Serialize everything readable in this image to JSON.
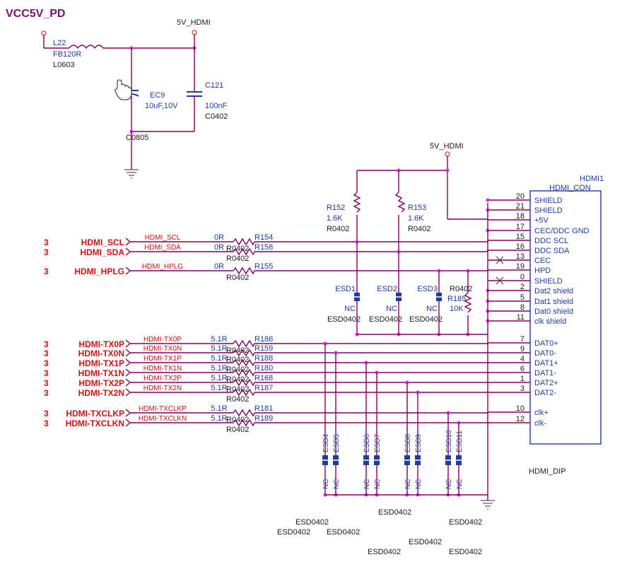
{
  "title": "VCC5V_PD",
  "power": {
    "top": "5V_HDMI",
    "mid": "5V_HDMI"
  },
  "supply": {
    "l22": {
      "ref": "L22",
      "value": "FB120R",
      "pkg": "L0603"
    },
    "ec9": {
      "ref": "EC9",
      "value": "10uF,10V",
      "pkg": "C0805"
    },
    "c121": {
      "ref": "C121",
      "value": "100nF",
      "pkg": "C0402"
    }
  },
  "pullups": [
    {
      "ref": "R152",
      "value": "1.6K",
      "pkg": "R0402"
    },
    {
      "ref": "R153",
      "value": "1.6K",
      "pkg": "R0402"
    }
  ],
  "connector": {
    "ref": "HDMI1",
    "name": "HDMI_CON",
    "footprint": "HDMI_DIP",
    "pins": [
      {
        "num": "20",
        "label": "SHIELD"
      },
      {
        "num": "21",
        "label": "SHIELD"
      },
      {
        "num": "18",
        "label": "+5V"
      },
      {
        "num": "17",
        "label": "CEC/DDC GND"
      },
      {
        "num": "15",
        "label": "DDC SCL"
      },
      {
        "num": "16",
        "label": "DDC SDA"
      },
      {
        "num": "13",
        "label": "CEC"
      },
      {
        "num": "19",
        "label": "HPD"
      },
      {
        "num": "0",
        "label": "SHIELD"
      },
      {
        "num": "2",
        "label": "Dat2 shield"
      },
      {
        "num": "5",
        "label": "Dat1 shield"
      },
      {
        "num": "8",
        "label": "Dat0 shield"
      },
      {
        "num": "11",
        "label": "clk shield"
      },
      {
        "num": "7",
        "label": "DAT0+"
      },
      {
        "num": "9",
        "label": "DAT0-"
      },
      {
        "num": "4",
        "label": "DAT1+"
      },
      {
        "num": "6",
        "label": "DAT1-"
      },
      {
        "num": "1",
        "label": "DAT2+"
      },
      {
        "num": "3",
        "label": "DAT2-"
      },
      {
        "num": "10",
        "label": "clk+"
      },
      {
        "num": "12",
        "label": "clk-"
      }
    ]
  },
  "signals": [
    {
      "sheet": "3",
      "port": "HDMI_SCL",
      "net": "HDMI_SCL",
      "rval": "0R",
      "rref": "R154",
      "rpkg": "R0402"
    },
    {
      "sheet": "3",
      "port": "HDMI_SDA",
      "net": "HDMI_SDA",
      "rval": "0R",
      "rref": "R158",
      "rpkg": "R0402"
    },
    {
      "sheet": "3",
      "port": "HDMI_HPLG",
      "net": "HDMI_HPLG",
      "rval": "0R",
      "rref": "R155",
      "rpkg": "R0402"
    },
    {
      "sheet": "3",
      "port": "HDMI-TX0P",
      "net": "HDMI-TX0P",
      "rval": "5.1R",
      "rref": "R186",
      "rpkg": "R0402"
    },
    {
      "sheet": "3",
      "port": "HDMI-TX0N",
      "net": "HDMI-TX0N",
      "rval": "5.1R",
      "rref": "R159",
      "rpkg": "R0402"
    },
    {
      "sheet": "3",
      "port": "HDMI-TX1P",
      "net": "HDMI-TX1P",
      "rval": "5.1R",
      "rref": "R188",
      "rpkg": "R0402"
    },
    {
      "sheet": "3",
      "port": "HDMI-TX1N",
      "net": "HDMI-TX1N",
      "rval": "5.1R",
      "rref": "R180",
      "rpkg": "R0402"
    },
    {
      "sheet": "3",
      "port": "HDMI-TX2P",
      "net": "HDMI-TX2P",
      "rval": "5.1R",
      "rref": "R168",
      "rpkg": "R0402"
    },
    {
      "sheet": "3",
      "port": "HDMI-TX2N",
      "net": "HDMI-TX2N",
      "rval": "5.1R",
      "rref": "R187",
      "rpkg": "R0402"
    },
    {
      "sheet": "3",
      "port": "HDMI-TXCLKP",
      "net": "HDMI-TXCLKP",
      "rval": "5.1R",
      "rref": "R181",
      "rpkg": "R0402"
    },
    {
      "sheet": "3",
      "port": "HDMI-TXCLKN",
      "net": "HDMI-TXCLKN",
      "rval": "5.1R",
      "rref": "R189",
      "rpkg": "R0402"
    }
  ],
  "esd_low": [
    {
      "ref": "ESD1",
      "nc": "NC",
      "pkg": "ESD0402"
    },
    {
      "ref": "ESD2",
      "nc": "NC",
      "pkg": "ESD0402"
    },
    {
      "ref": "ESD3",
      "nc": "NC",
      "pkg": "ESD0402"
    }
  ],
  "hpd_pulldown": {
    "ref": "R185",
    "value": "10K",
    "pkg": "R0402"
  },
  "esd_diff": [
    {
      "ref": "ESD4",
      "nc": "NC"
    },
    {
      "ref": "ESD5",
      "nc": "NC"
    },
    {
      "ref": "ESD6",
      "nc": "NC"
    },
    {
      "ref": "ESD7",
      "nc": "NC"
    },
    {
      "ref": "ESD8",
      "nc": "NC"
    },
    {
      "ref": "ESD9",
      "nc": "NC"
    },
    {
      "ref": "ESD10",
      "nc": "NC"
    },
    {
      "ref": "ESD11",
      "nc": "NC"
    }
  ],
  "esd_diff_pkgs": [
    "ESD0402",
    "ESD0402",
    "ESD0402",
    "ESD0402",
    "ESD0402",
    "ESD0402",
    "ESD0402",
    "ESD0402"
  ],
  "colors": {
    "wire": "#800060",
    "label": "#1f3aa0",
    "port": "#d01010",
    "title": "#7a1070"
  }
}
